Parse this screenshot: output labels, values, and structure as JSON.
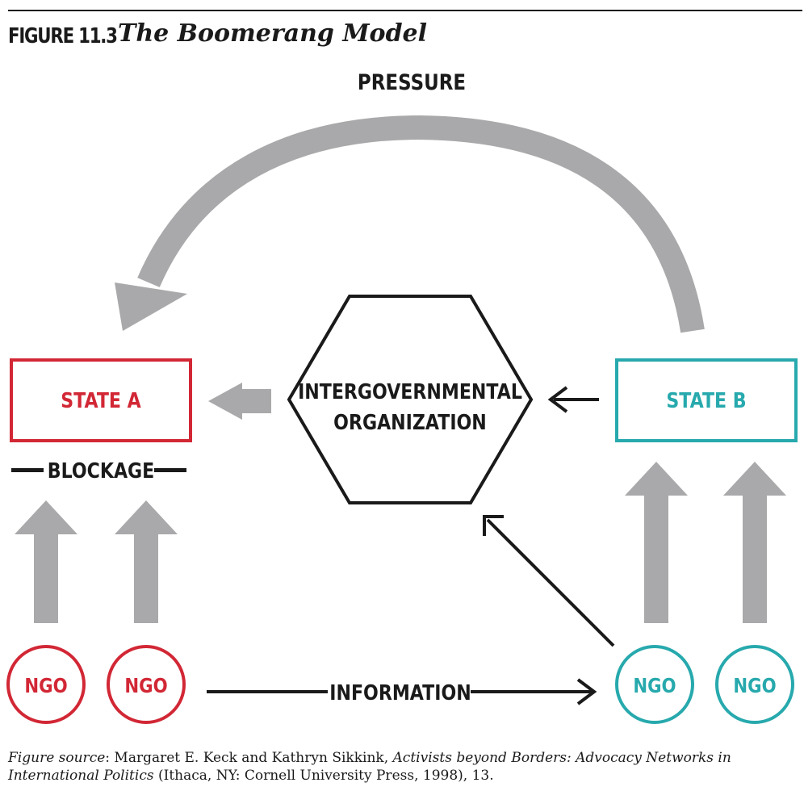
{
  "header": {
    "figure_label": "FIGURE 11.3",
    "title": "The Boomerang Model"
  },
  "diagram": {
    "pressure_label": "PRESSURE",
    "state_a": "STATE A",
    "state_b": "STATE B",
    "blockage_label": "BLOCKAGE",
    "igo_line1": "INTERGOVERNMENTAL",
    "igo_line2": "ORGANIZATION",
    "information_label": "INFORMATION",
    "ngo_labels": [
      "NGO",
      "NGO",
      "NGO",
      "NGO"
    ]
  },
  "colors": {
    "state_a": "#d22735",
    "state_b": "#27a9ad",
    "arrow_gray": "#a9a9ab",
    "ink": "#1a1a1a"
  },
  "source": {
    "prefix": "Figure source",
    "text1": ": Margaret E. Keck and Kathryn Sikkink, ",
    "book_title": "Activists beyond Borders: Advocacy Networks in International Politics",
    "text2": " (Ithaca, NY: Cornell University Press, 1998), 13."
  }
}
